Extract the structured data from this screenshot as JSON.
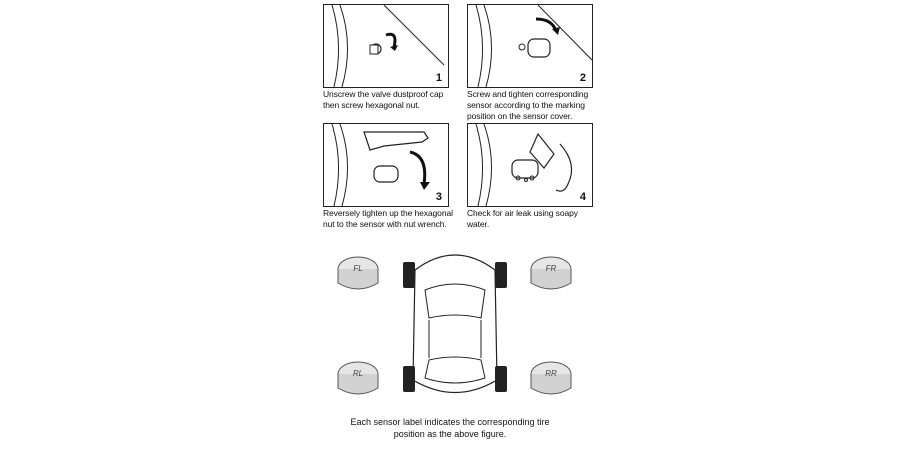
{
  "steps": [
    {
      "number": "1",
      "caption": "Unscrew the valve dustproof cap then screw hexagonal nut."
    },
    {
      "number": "2",
      "caption": "Screw and tighten corresponding sensor according to the marking position on the sensor cover."
    },
    {
      "number": "3",
      "caption": "Reversely tighten up the hexagonal nut to the sensor with nut wrench."
    },
    {
      "number": "4",
      "caption": "Check for air leak using soapy water."
    }
  ],
  "sensors": {
    "fl": "FL",
    "fr": "FR",
    "rl": "RL",
    "rr": "RR"
  },
  "bottom_caption": "Each sensor label indicates the corresponding tire position as the above figure."
}
